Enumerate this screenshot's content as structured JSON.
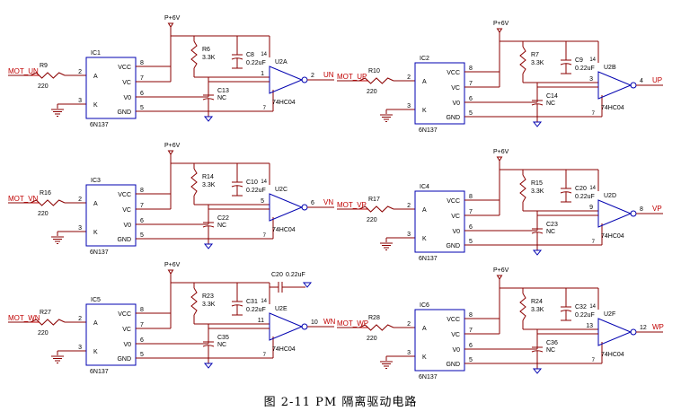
{
  "caption": "图 2-11 PM 隔离驱动电路",
  "channels": [
    {
      "input_net": "MOT_UN",
      "in_res": "R9",
      "in_res_val": "220",
      "ic": "IC1",
      "part": "6N137",
      "supply": "P+6V",
      "pullup": "R6",
      "pullup_val": "3.3K",
      "cap_vcc": "C8",
      "cap_vcc_val": "0.22uF",
      "cap_vo": "C13",
      "cap_vo_val": "NC",
      "gate": "U2A",
      "gate_part": "74HC04",
      "gate_in_pin": "1",
      "gate_out_pin": "2",
      "output_net": "UN",
      "extra_cap": "",
      "extra_cap_val": ""
    },
    {
      "input_net": "MOT_UP",
      "in_res": "R10",
      "in_res_val": "220",
      "ic": "IC2",
      "part": "6N137",
      "supply": "P+6V",
      "pullup": "R7",
      "pullup_val": "3.3K",
      "cap_vcc": "C9",
      "cap_vcc_val": "0.22uF",
      "cap_vo": "C14",
      "cap_vo_val": "NC",
      "gate": "U2B",
      "gate_part": "74HC04",
      "gate_in_pin": "3",
      "gate_out_pin": "4",
      "output_net": "UP",
      "extra_cap": "",
      "extra_cap_val": ""
    },
    {
      "input_net": "MOT_VN",
      "in_res": "R16",
      "in_res_val": "220",
      "ic": "IC3",
      "part": "6N137",
      "supply": "P+6V",
      "pullup": "R14",
      "pullup_val": "3.3K",
      "cap_vcc": "C10",
      "cap_vcc_val": "0.22uF",
      "cap_vo": "C22",
      "cap_vo_val": "NC",
      "gate": "U2C",
      "gate_part": "74HC04",
      "gate_in_pin": "5",
      "gate_out_pin": "6",
      "output_net": "VN",
      "extra_cap": "",
      "extra_cap_val": ""
    },
    {
      "input_net": "MOT_VP",
      "in_res": "R17",
      "in_res_val": "220",
      "ic": "IC4",
      "part": "6N137",
      "supply": "P+6V",
      "pullup": "R15",
      "pullup_val": "3.3K",
      "cap_vcc": "C20",
      "cap_vcc_val": "0.22uF",
      "cap_vo": "C23",
      "cap_vo_val": "NC",
      "gate": "U2D",
      "gate_part": "74HC04",
      "gate_in_pin": "9",
      "gate_out_pin": "8",
      "output_net": "VP",
      "extra_cap": "",
      "extra_cap_val": ""
    },
    {
      "input_net": "MOT_WN",
      "in_res": "R27",
      "in_res_val": "220",
      "ic": "IC5",
      "part": "6N137",
      "supply": "P+6V",
      "pullup": "R23",
      "pullup_val": "3.3K",
      "cap_vcc": "C31",
      "cap_vcc_val": "0.22uF",
      "cap_vo": "C35",
      "cap_vo_val": "NC",
      "gate": "U2E",
      "gate_part": "74HC04",
      "gate_in_pin": "11",
      "gate_out_pin": "10",
      "output_net": "WN",
      "extra_cap": "C20",
      "extra_cap_val": "0.22uF"
    },
    {
      "input_net": "MOT_WP",
      "in_res": "R28",
      "in_res_val": "220",
      "ic": "IC6",
      "part": "6N137",
      "supply": "P+6V",
      "pullup": "R24",
      "pullup_val": "3.3K",
      "cap_vcc": "C32",
      "cap_vcc_val": "0.22uF",
      "cap_vo": "C36",
      "cap_vo_val": "NC",
      "gate": "U2F",
      "gate_part": "74HC04",
      "gate_in_pin": "13",
      "gate_out_pin": "12",
      "output_net": "WP",
      "extra_cap": "",
      "extra_cap_val": ""
    }
  ],
  "ic_pins": {
    "left": [
      {
        "label": "A",
        "num": "2"
      },
      {
        "label": "K",
        "num": "3"
      }
    ],
    "right": [
      {
        "label": "VCC",
        "num": "8"
      },
      {
        "label": "VC",
        "num": "7"
      },
      {
        "label": "V0",
        "num": "6"
      },
      {
        "label": "GND",
        "num": "5"
      }
    ]
  },
  "gate_pins": {
    "vcc": "14",
    "gnd": "7"
  },
  "colors": {
    "wire": "#8b0000",
    "component": "#8b0000",
    "text": "#000000",
    "net_label": "#c00000",
    "symbol": "#0000b0",
    "net_underline": "#c00000"
  }
}
